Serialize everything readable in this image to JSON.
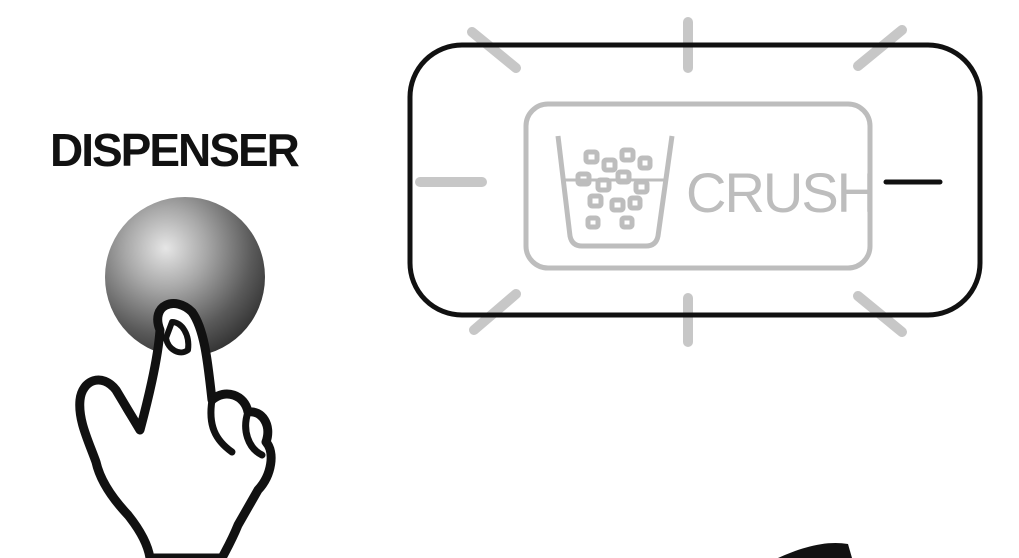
{
  "dispenser": {
    "label": "DISPENSER",
    "button_icon": "round-button-icon",
    "hand_icon": "pressing-hand-icon"
  },
  "display_panel": {
    "mode_label": "CRUSH",
    "mode_icon": "crushed-ice-cup-icon",
    "state": "lit"
  },
  "colors": {
    "outline": "#111111",
    "button_light": "#d8d8d8",
    "button_dark": "#3c3c3c",
    "indicator_gray": "#bdbdbd",
    "glow_rays": "#c7c7c7"
  }
}
